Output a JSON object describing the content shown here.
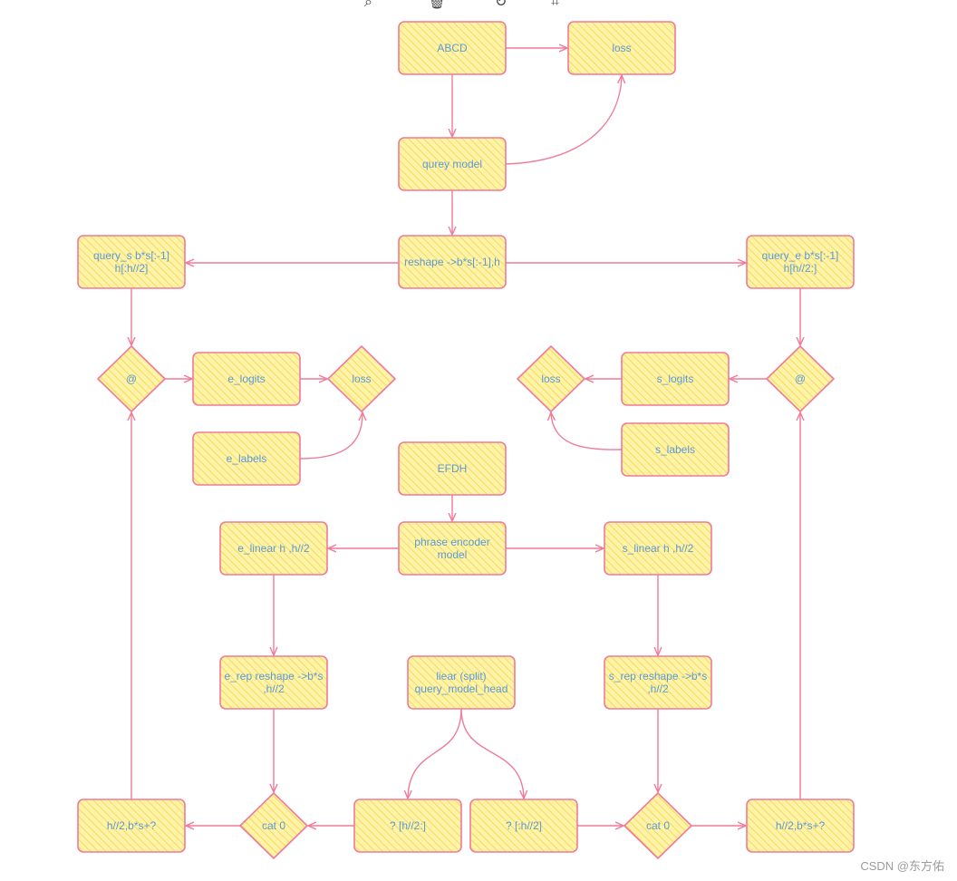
{
  "toolbar": {
    "icons": [
      "zoom-icon",
      "trash-icon",
      "rotate-icon",
      "crop-icon"
    ]
  },
  "colors": {
    "fill": "#fff3a8",
    "hatch": "#f2d34e",
    "stroke": "#f07a99",
    "edge": "#f07a99",
    "text": "#5b9bd5"
  },
  "nodes": [
    {
      "id": "abcd",
      "label": "ABCD"
    },
    {
      "id": "loss-top",
      "label": "loss"
    },
    {
      "id": "qurey-model",
      "label": "qurey model"
    },
    {
      "id": "reshape",
      "label": "reshape ->b*s[:-1],h"
    },
    {
      "id": "query-s",
      "label": "query_s b*s[:-1]\nh[:h//2]"
    },
    {
      "id": "query-e",
      "label": "query_e b*s[:-1]\nh[h//2:]"
    },
    {
      "id": "matmul-left",
      "label": "@"
    },
    {
      "id": "e-logits",
      "label": "e_logits"
    },
    {
      "id": "loss-left",
      "label": "loss"
    },
    {
      "id": "loss-right",
      "label": "loss"
    },
    {
      "id": "s-logits",
      "label": "s_logits"
    },
    {
      "id": "matmul-right",
      "label": "@"
    },
    {
      "id": "e-labels",
      "label": "e_labels"
    },
    {
      "id": "efdh",
      "label": "EFDH"
    },
    {
      "id": "s-labels",
      "label": "s_labels"
    },
    {
      "id": "e-linear",
      "label": "e_linear  h ,h//2"
    },
    {
      "id": "phrase-encoder",
      "label": "phrase encoder\nmodel"
    },
    {
      "id": "s-linear",
      "label": "s_linear  h ,h//2"
    },
    {
      "id": "e-rep",
      "label": "e_rep reshape ->b*s\n,h//2"
    },
    {
      "id": "liear-split",
      "label": "liear (split)\nquery_model_head"
    },
    {
      "id": "s-rep",
      "label": "s_rep reshape ->b*s\n,h//2"
    },
    {
      "id": "out-left",
      "label": "h//2,b*s+?"
    },
    {
      "id": "cat-left",
      "label": "cat 0"
    },
    {
      "id": "q-h2-end",
      "label": "? [h//2:]"
    },
    {
      "id": "q-h2-start",
      "label": "? [:h//2]"
    },
    {
      "id": "cat-right",
      "label": "cat  0"
    },
    {
      "id": "out-right",
      "label": "h//2,b*s+?"
    }
  ],
  "watermark": "CSDN @东方佑"
}
